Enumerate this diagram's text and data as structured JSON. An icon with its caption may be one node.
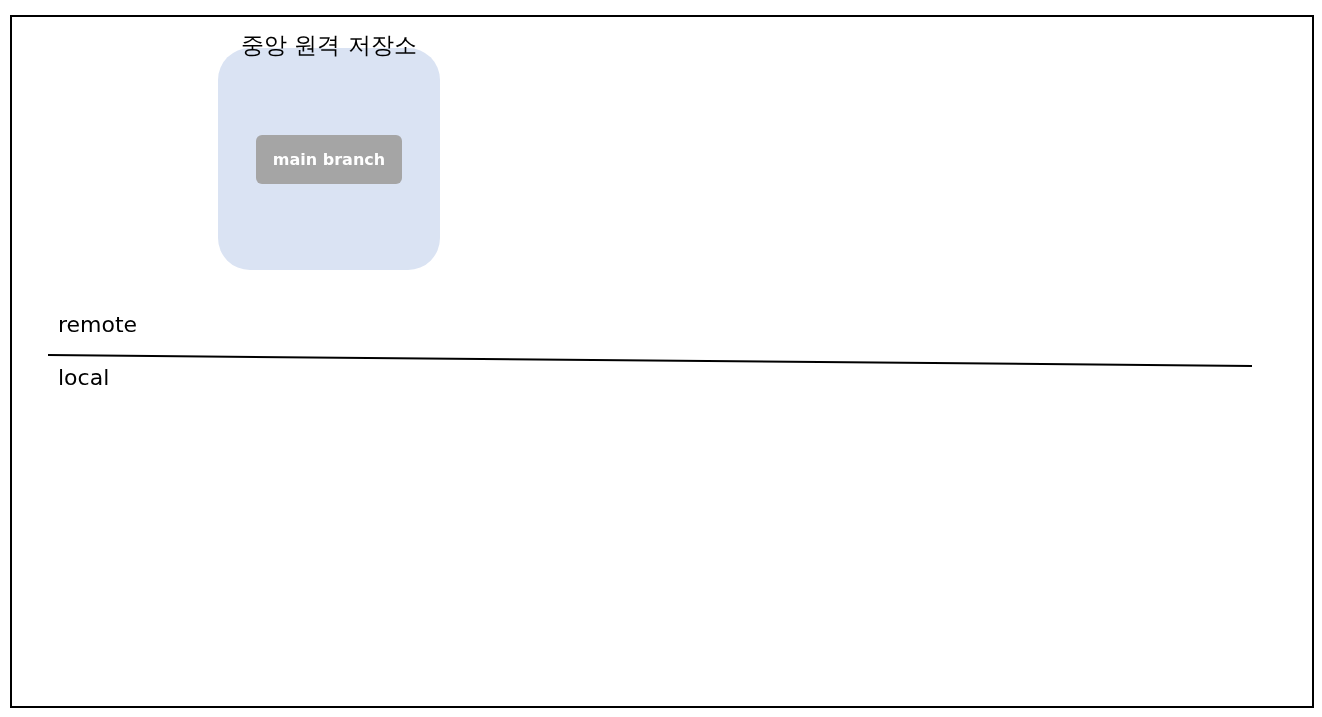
{
  "diagram": {
    "nodes": [
      {
        "text": [
          "중앙 원격 저장소"
        ]
      },
      {
        "text": [
          "main branch"
        ],
        "in": 0
      }
    ],
    "labels": [
      "remote",
      "local"
    ]
  }
}
